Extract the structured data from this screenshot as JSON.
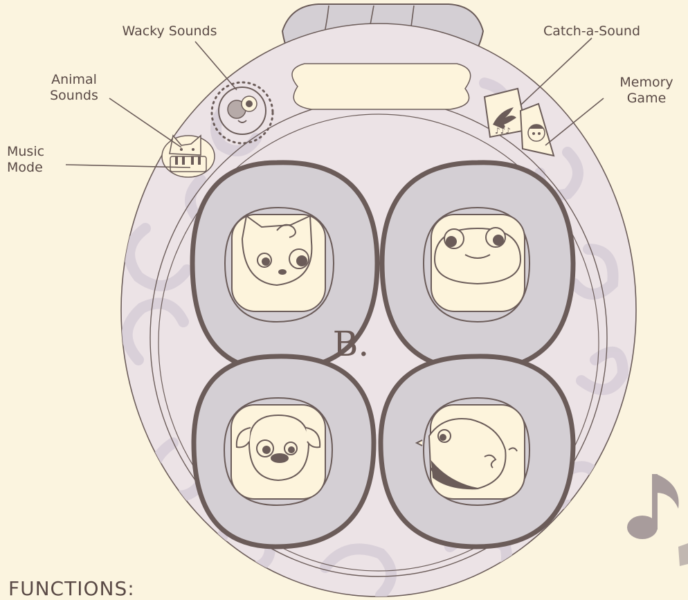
{
  "labels": {
    "wacky_sounds": "Wacky Sounds",
    "catch_a_sound": "Catch-a-Sound",
    "animal_sounds_l1": "Animal",
    "animal_sounds_l2": "Sounds",
    "memory_game_l1": "Memory",
    "memory_game_l2": "Game",
    "music_mode_l1": "Music",
    "music_mode_l2": "Mode"
  },
  "brand_mark": "B.",
  "section_heading": "FUNCTIONS:",
  "colors": {
    "background": "#fbf4df",
    "body_fill": "#ece3e6",
    "swirl": "#d9cfd9",
    "outline": "#6b5c59",
    "pad_ring": "#d4cfd4",
    "cream": "#fdf4dc",
    "note": "#a89c9c"
  },
  "icons": {
    "animal_sounds": "cat-keyboard-icon",
    "wacky_sounds": "face-button-icon",
    "catch_a_sound": "hand-notes-icon",
    "memory_game": "memory-face-icon",
    "pads": [
      "cat-face-icon",
      "frog-face-icon",
      "dog-face-icon",
      "bird-icon"
    ]
  }
}
